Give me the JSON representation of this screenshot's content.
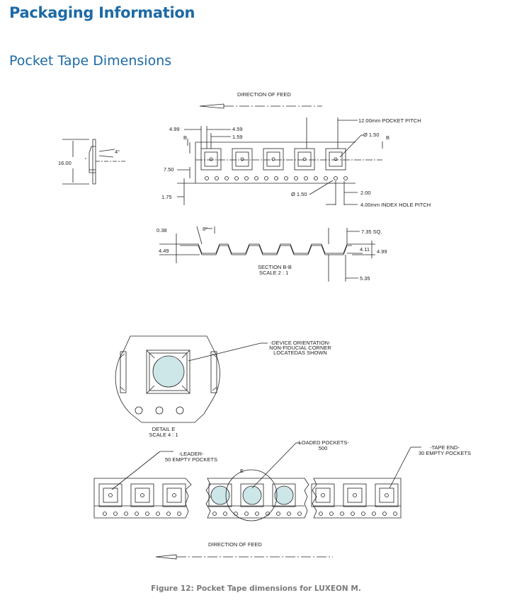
{
  "page": {
    "section_title": "Packaging Information",
    "subsection_title": "Pocket Tape Dimensions",
    "caption": "Figure 12: Pocket Tape dimensions for LUXEON M."
  },
  "drawing": {
    "direction_of_feed_top": "DIRECTION OF FEED",
    "pocket_pitch": "12.00mm POCKET PITCH",
    "dim_4_99": "4.99",
    "dim_4_59": "4.59",
    "dim_1_59": "1.59",
    "dim_phi_1_50_top": "Ø 1.50",
    "section_marker_left": "B",
    "section_marker_right": "B",
    "dim_16_00": "16.00",
    "dim_4deg": "4°",
    "dim_7_50": "7.50",
    "dim_1_75": "1.75",
    "dim_phi_1_50_bottom": "Ø 1.50",
    "dim_2_00": "2.00",
    "index_hole_pitch": "4.00mm  INDEX HOLE PITCH",
    "dim_0_38": "0.38",
    "dim_8deg": "8°",
    "dim_7_35": "7.35 SQ.",
    "dim_4_49": "4.49",
    "dim_4_11": "4.11",
    "dim_4_99_right": "4.99",
    "section_label": "SECTION B-B",
    "section_scale": "SCALE 2 : 1",
    "dim_5_35": "5.35",
    "device_orientation_1": "-DEVICE ORIENTATION-",
    "device_orientation_2": "NON-FIDUCIAL CORNER",
    "device_orientation_3": "LOCATEDAS SHOWN",
    "detail_label": "DETAIL E",
    "detail_scale": "SCALE 4 : 1",
    "loaded_pockets_1": "-LOADED POCKETS-",
    "loaded_pockets_2": "500",
    "leader_1": "-LEADER-",
    "leader_2": "50 EMPTY POCKETS",
    "tape_end_1": "-TAPE END-",
    "tape_end_2": "30 EMPTY POCKETS",
    "detail_callout": "E",
    "direction_of_feed_bottom": "DIRECTION OF FEED"
  }
}
